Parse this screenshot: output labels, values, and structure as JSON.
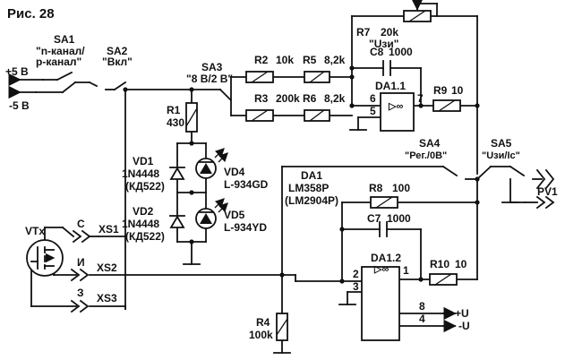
{
  "figure": {
    "title": "Рис. 28"
  },
  "switches": {
    "sa1": {
      "ref": "SA1",
      "desc_line1": "\"n-канал/",
      "desc_line2": "p-канал\""
    },
    "sa2": {
      "ref": "SA2",
      "desc": "\"Вкл\""
    },
    "sa3": {
      "ref": "SA3",
      "desc": "\"8 В/2 В\""
    },
    "sa4": {
      "ref": "SA4",
      "desc": "\"Рег./0В\""
    },
    "sa5": {
      "ref": "SA5",
      "desc": "\"Uзи/Iс\""
    }
  },
  "supplies": {
    "pos": "+5 В",
    "neg": "-5 В"
  },
  "resistors": {
    "r1": {
      "ref": "R1",
      "value": "430"
    },
    "r2": {
      "ref": "R2",
      "value": "10k"
    },
    "r3": {
      "ref": "R3",
      "value": "200k"
    },
    "r4": {
      "ref": "R4",
      "value": "100k"
    },
    "r5": {
      "ref": "R5",
      "value": "8,2k"
    },
    "r6": {
      "ref": "R6",
      "value": "8,2k"
    },
    "r7": {
      "ref": "R7",
      "value": "20k",
      "desc": "\"Uзи\""
    },
    "r8": {
      "ref": "R8",
      "value": "100"
    },
    "r9": {
      "ref": "R9",
      "value": "10"
    },
    "r10": {
      "ref": "R10",
      "value": "10"
    }
  },
  "capacitors": {
    "c7": {
      "ref": "C7",
      "value": "1000"
    },
    "c8": {
      "ref": "C8",
      "value": "1000"
    }
  },
  "diodes": {
    "vd1": {
      "ref": "VD1",
      "part": "1N4448",
      "alt": "(КД522)"
    },
    "vd2": {
      "ref": "VD2",
      "part": "1N4448",
      "alt": "(КД522)"
    },
    "vd4": {
      "ref": "VD4",
      "part": "L-934GD"
    },
    "vd5": {
      "ref": "VD5",
      "part": "L-934YD"
    }
  },
  "opamps": {
    "da1": {
      "ref": "DA1",
      "part": "LM358P",
      "alt": "(LM2904P)"
    },
    "da1_1": {
      "ref": "DA1.1",
      "symbol": "▷∞",
      "pins": {
        "inv": "6",
        "noninv": "5",
        "out": "7"
      }
    },
    "da1_2": {
      "ref": "DA1.2",
      "symbol": "▷∞",
      "pins": {
        "inv": "2",
        "noninv": "3",
        "out": "1",
        "vpos": "8",
        "vneg": "4"
      }
    }
  },
  "power_pins": {
    "pos": "+U",
    "neg": "-U"
  },
  "transistor": {
    "ref": "VTx"
  },
  "connectors": {
    "xs1": {
      "ref": "XS1",
      "pin": "С"
    },
    "xs2": {
      "ref": "XS2",
      "pin": "И"
    },
    "xs3": {
      "ref": "XS3",
      "pin": "З"
    }
  },
  "meter": {
    "ref": "PV1"
  }
}
